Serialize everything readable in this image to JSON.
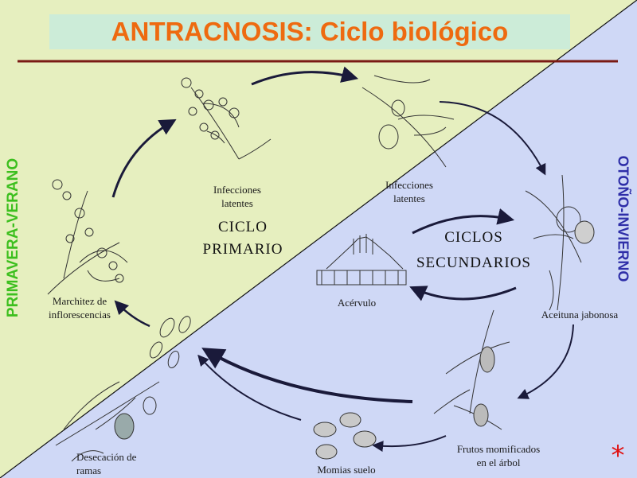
{
  "title": "ANTRACNOSIS: Ciclo biológico",
  "seasons": {
    "spring_summer": "PRIMAVERA-VERANO",
    "autumn_winter": "OTOÑO-INVIERNO"
  },
  "cycles": {
    "primary_line1": "CICLO",
    "primary_line2": "PRIMARIO",
    "secondary_line1": "CICLOS",
    "secondary_line2": "SECUNDARIOS"
  },
  "stages": {
    "latent1_line1": "Infecciones",
    "latent1_line2": "latentes",
    "latent2_line1": "Infecciones",
    "latent2_line2": "latentes",
    "soapy_olive": "Aceituna jabonosa",
    "mummified_line1": "Frutos momificados",
    "mummified_line2": "en el árbol",
    "soil_mummies": "Momias suelo",
    "dieback_line1": "Desecación de",
    "dieback_line2": "ramas",
    "wilting_line1": "Marchitez de",
    "wilting_line2": "inflorescencias",
    "acervulus": "Acérvulo"
  },
  "marker": "*",
  "colors": {
    "spring_bg": "#e6efbf",
    "autumn_bg": "#cfd8f6",
    "title_bg": "#ccecd8",
    "title_text": "#ee6a10",
    "divider": "#7a1a14",
    "arrows": "#1a1a3a",
    "spring_label": "#3cbf1e",
    "autumn_label": "#2e2ea8",
    "marker": "#e01010"
  }
}
